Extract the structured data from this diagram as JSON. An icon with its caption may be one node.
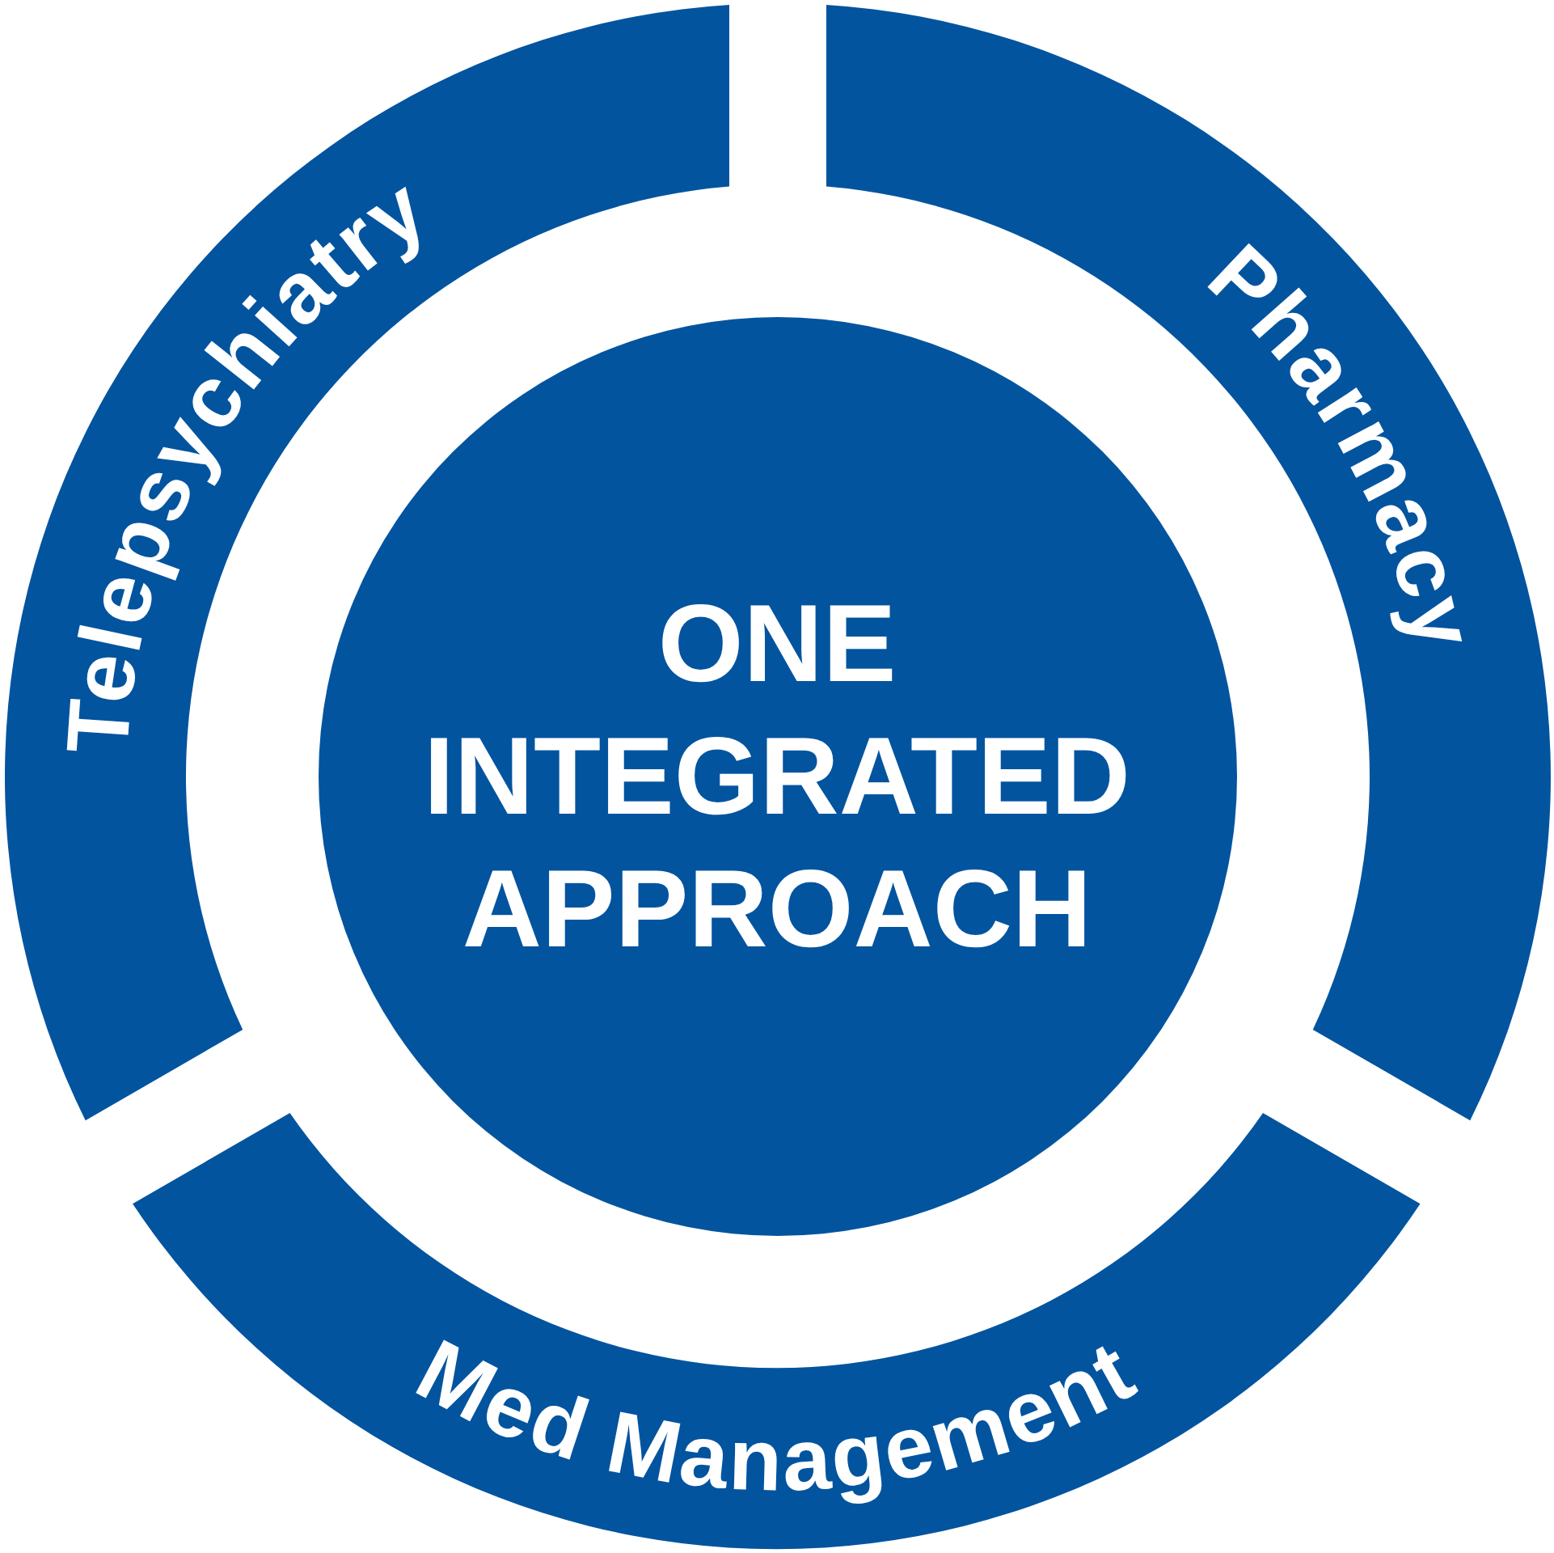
{
  "diagram": {
    "nodes": [
      {
        "text": [
          "Telepsychiatry"
        ]
      },
      {
        "text": [
          "Pharmacy"
        ]
      },
      {
        "text": [
          "ONE INTEGRATED APPROACH"
        ]
      },
      {
        "text": [
          "Med Management"
        ]
      }
    ]
  }
}
